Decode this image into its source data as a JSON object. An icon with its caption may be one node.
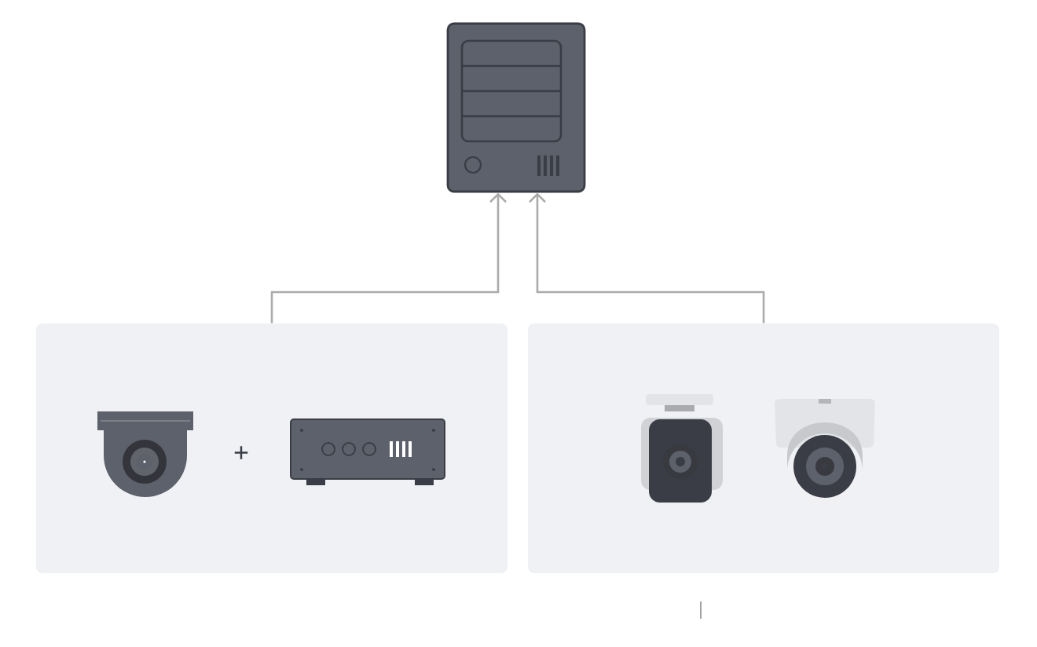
{
  "diagram": {
    "nodes": [
      {
        "text": [],
        "shape": "picture"
      },
      {
        "text": [],
        "shape": "box"
      },
      {
        "text": [],
        "shape": "box"
      }
    ],
    "edges": [
      {
        "from": 1,
        "to": 0,
        "arrow": "to"
      },
      {
        "from": 2,
        "to": 0,
        "arrow": "to"
      }
    ],
    "labels": [
      "+"
    ]
  }
}
